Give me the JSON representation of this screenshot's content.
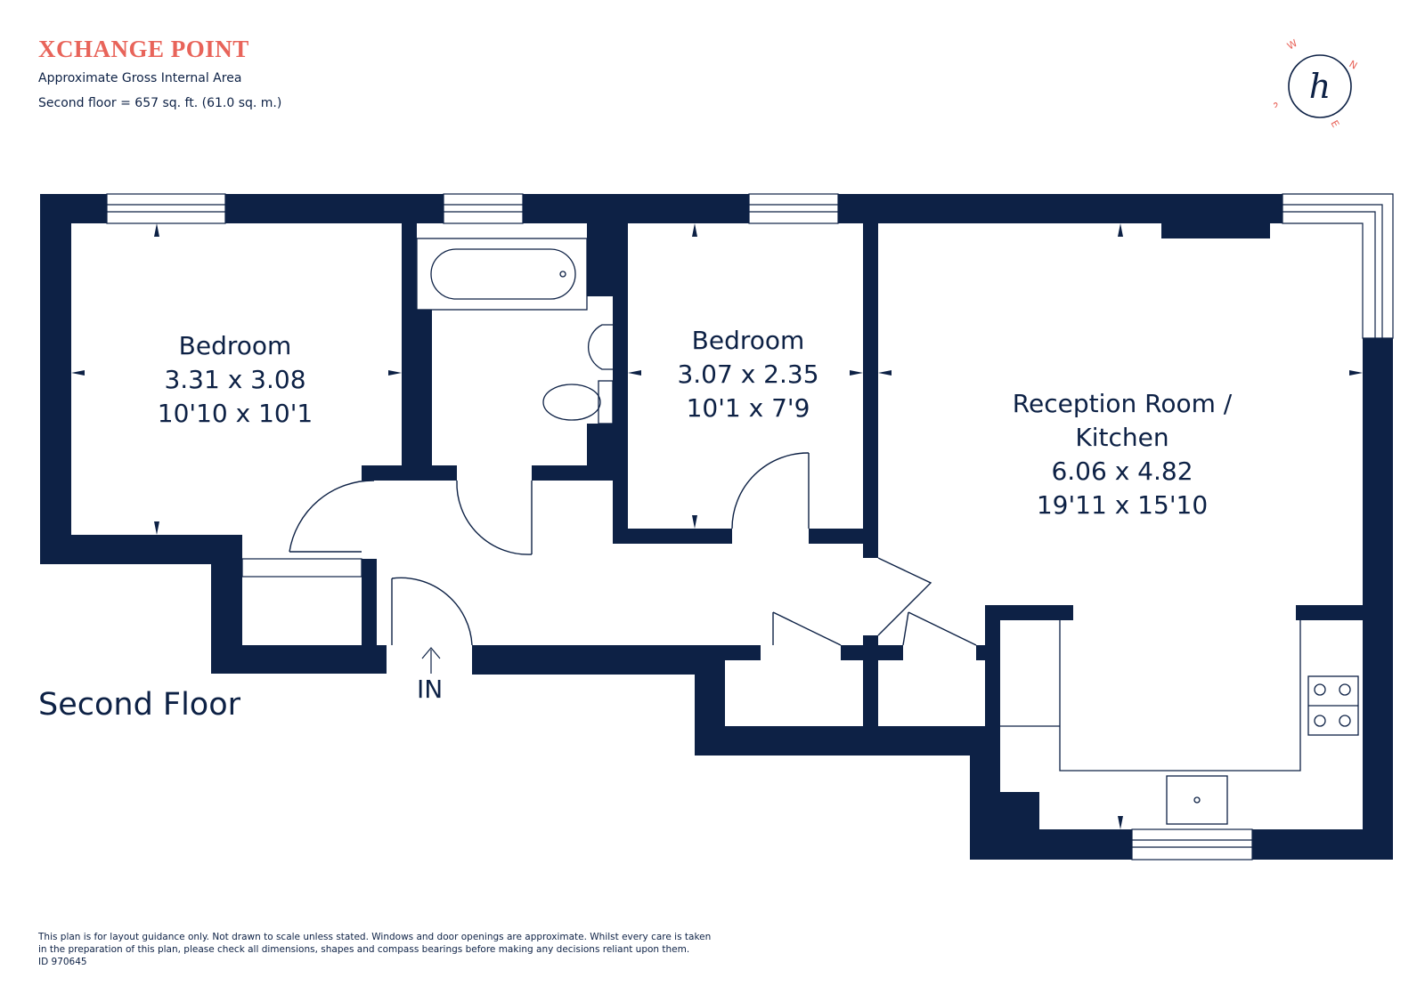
{
  "header": {
    "brand": "XCHANGE POINT",
    "area_label": "Approximate Gross Internal Area",
    "area_value": "Second floor = 657 sq. ft. (61.0 sq. m.)"
  },
  "compass": {
    "logo_letter": "h",
    "directions": [
      "W",
      "N",
      "S",
      "E"
    ]
  },
  "rooms": {
    "bedroom1": {
      "name": "Bedroom",
      "metric": "3.31 x 3.08",
      "imperial": "10'10 x 10'1"
    },
    "bedroom2": {
      "name": "Bedroom",
      "metric": "3.07 x 2.35",
      "imperial": "10'1 x 7'9"
    },
    "reception": {
      "name_line1": "Reception Room /",
      "name_line2": "Kitchen",
      "metric": "6.06 x 4.82",
      "imperial": "19'11 x 15'10"
    }
  },
  "floor_title": "Second Floor",
  "entry_label": "IN",
  "disclaimer": {
    "line1": "This plan is for layout guidance only. Not drawn to scale unless stated. Windows and door openings are approximate. Whilst every care is taken",
    "line2": "in the preparation of this plan, please check all dimensions, shapes and compass bearings before making any decisions reliant upon them.",
    "plan_id": "ID 970645"
  },
  "colors": {
    "wall": "#0d2145",
    "brand": "#e8645a",
    "background": "#ffffff"
  }
}
